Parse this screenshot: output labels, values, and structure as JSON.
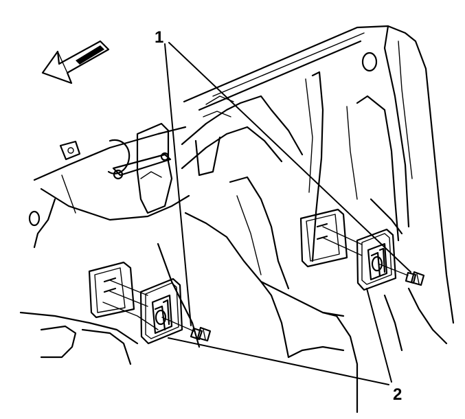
{
  "diagram": {
    "callouts": [
      {
        "label": "1",
        "part": "bolt"
      },
      {
        "label": "2",
        "part": "bracket"
      }
    ],
    "icons": {
      "direction_arrow": "front-arrow-icon"
    },
    "colors": {
      "line": "#000000",
      "background": "#ffffff"
    }
  }
}
